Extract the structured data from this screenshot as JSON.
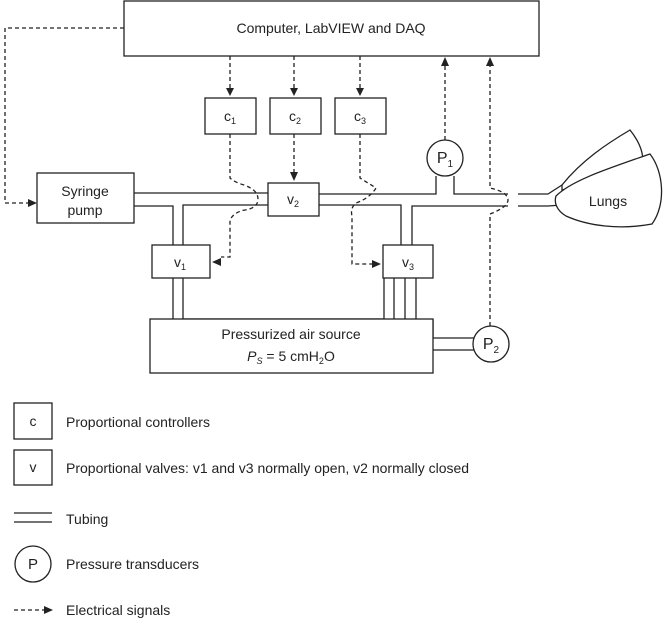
{
  "diagram": {
    "computer": "Computer, LabVIEW and DAQ",
    "syringe_line1": "Syringe",
    "syringe_line2": "pump",
    "lungs": "Lungs",
    "air_source_title": "Pressurized air source",
    "air_source_ps_var": "P",
    "air_source_ps_sub": "S",
    "air_source_ps_eq": " = 5 cmH",
    "air_source_ps_sub2": "2",
    "air_source_ps_end": "O",
    "controllers": [
      {
        "base": "c",
        "sub": "1"
      },
      {
        "base": "c",
        "sub": "2"
      },
      {
        "base": "c",
        "sub": "3"
      }
    ],
    "valves": [
      {
        "base": "v",
        "sub": "1"
      },
      {
        "base": "v",
        "sub": "2"
      },
      {
        "base": "v",
        "sub": "3"
      }
    ],
    "transducers": [
      {
        "base": "P",
        "sub": "1"
      },
      {
        "base": "P",
        "sub": "2"
      }
    ]
  },
  "legend": {
    "controller_symbol": "c",
    "controller_label": "Proportional controllers",
    "valve_symbol": "v",
    "valve_label": "Proportional valves: v1 and v3 normally open, v2 normally closed",
    "tubing_label": "Tubing",
    "transducer_symbol": "P",
    "transducer_label": "Pressure transducers",
    "signal_label": "Electrical signals"
  }
}
